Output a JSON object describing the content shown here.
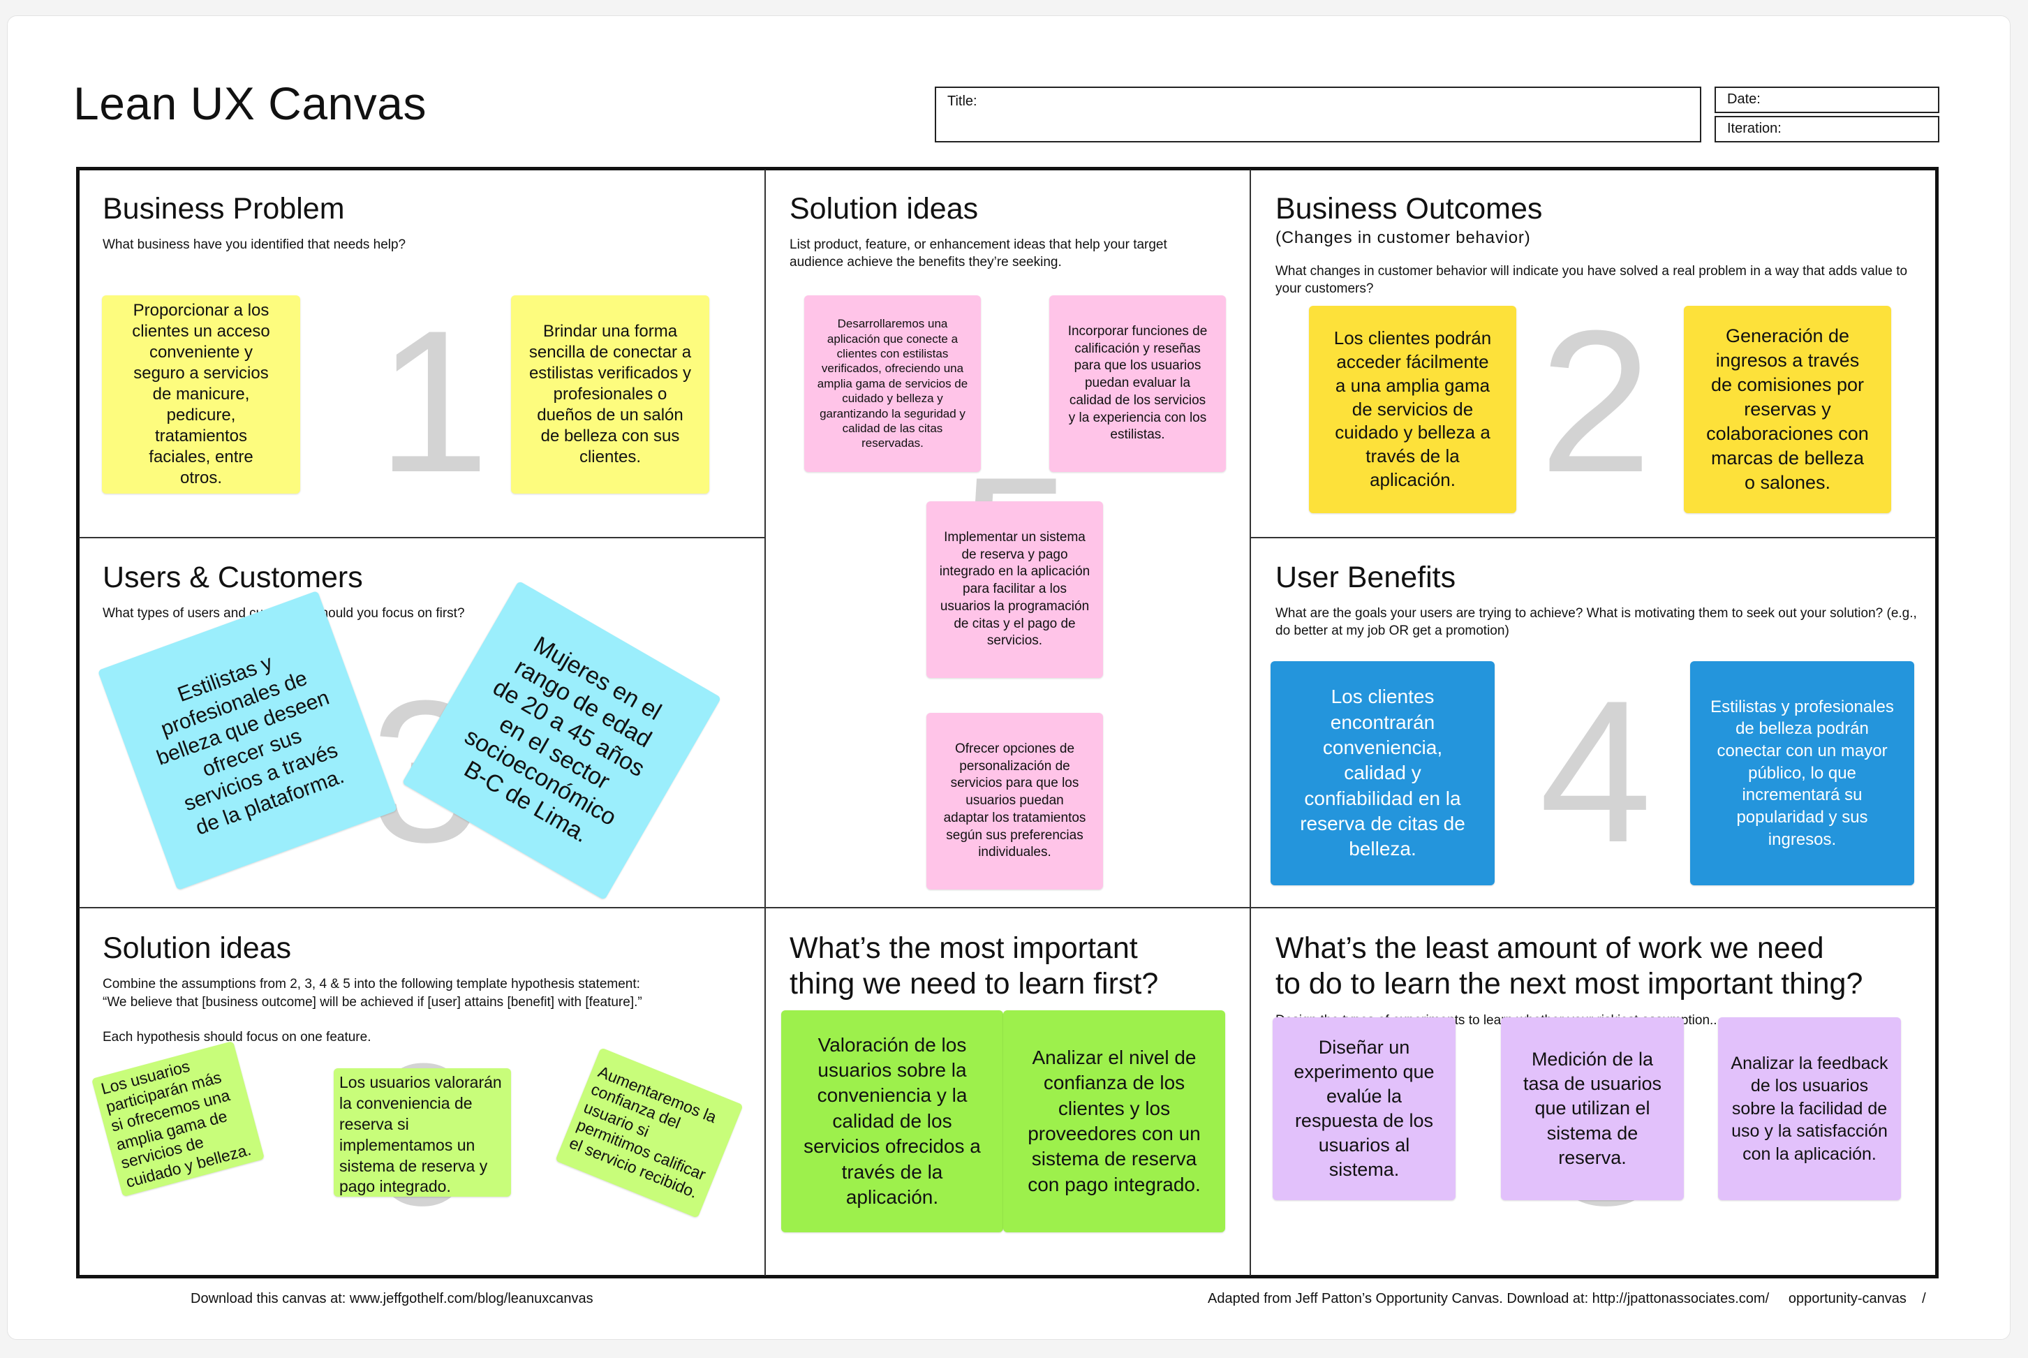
{
  "header": {
    "canvas_title": "Lean UX Canvas",
    "title_label": "Title:",
    "date_label": "Date:",
    "iteration_label": "Iteration:"
  },
  "sections": {
    "business_problem": {
      "title": "Business Problem",
      "desc": "What business have you identified that needs help?",
      "number": "1"
    },
    "solution_ideas_top": {
      "title": "Solution ideas",
      "desc": "List product, feature, or enhancement ideas that help your target audience achieve the benefits they’re seeking.",
      "number": "5"
    },
    "business_outcomes": {
      "title": "Business Outcomes",
      "subtitle": "(Changes in customer behavior)",
      "desc": "What changes in customer behavior will indicate you have solved a real problem in a way that adds value to your customers?",
      "number": "2"
    },
    "users_customers": {
      "title": "Users & Customers",
      "desc": "What types of users and customers should you focus on first?",
      "number": "3"
    },
    "user_benefits": {
      "title": "User Benefits",
      "desc": "What are the goals your users are trying to achieve? What is motivating them to seek out your solution? (e.g., do better at my job OR get a promotion)",
      "number": "4"
    },
    "solution_ideas_bottom": {
      "title": "Solution ideas",
      "desc1": "Combine the assumptions from 2, 3, 4 & 5 into the following template hypothesis statement:",
      "desc2": "“We believe that [business outcome] will be achieved if [user] attains [benefit] with [feature].”",
      "desc3": "Each hypothesis should focus on one feature.",
      "number": "6"
    },
    "learn_first": {
      "title1": "What’s the most important",
      "title2": "thing we need to learn first?"
    },
    "least_work": {
      "title1": "What’s the least amount of work we need",
      "title2": "to do to learn the next most important thing?",
      "desc": "Design the types of experiments to learn whether your riskiest assumption...",
      "number": "8"
    }
  },
  "notes": {
    "bp1": "Proporcionar a los clientes un acceso conveniente y seguro a servicios de manicure, pedicure, tratamientos faciales, entre otros.",
    "bp2": "Brindar una forma sencilla de conectar a estilistas verificados y profesionales o dueños de un salón de belleza con sus clientes.",
    "si1": "Desarrollaremos una aplicación que conecte a clientes con estilistas verificados, ofreciendo una amplia gama de servicios de cuidado y belleza y garantizando la seguridad y calidad de las citas reservadas.",
    "si2": "Incorporar funciones de calificación y reseñas para que los usuarios puedan evaluar la calidad de los servicios y la experiencia con los estilistas.",
    "si3": "Implementar un sistema de reserva y pago integrado en la aplicación para facilitar a los usuarios la programación de citas y el pago de servicios.",
    "si4": "Ofrecer opciones de personalización de servicios para que los usuarios puedan adaptar los tratamientos según sus preferencias individuales.",
    "bo1": "Los clientes podrán acceder fácilmente a una amplia gama de servicios de cuidado y belleza a través de la aplicación.",
    "bo2": "Generación de ingresos a través de comisiones por reservas y colaboraciones con marcas de belleza o salones.",
    "uc1": "Estilistas y profesionales de belleza que deseen ofrecer sus servicios a través de la plataforma.",
    "uc2": "Mujeres en el rango de edad de 20 a 45 años en el sector socioeconómico B-C de Lima.",
    "ub1": "Los clientes encontrarán conveniencia, calidad y confiabilidad en la reserva de citas de belleza.",
    "ub2": "Estilistas y profesionales de belleza podrán conectar con un mayor público, lo que incrementará su popularidad y sus ingresos.",
    "hy1": "Los usuarios participarán más si ofrecemos una amplia gama de servicios de cuidado y belleza.",
    "hy2": "Los usuarios valorarán la conveniencia de reserva si implementamos un sistema de reserva y pago integrado.",
    "hy3": "Aumentaremos la confianza del usuario si permitimos calificar el servicio recibido.",
    "lf1": "Valoración de los usuarios sobre la conveniencia y la calidad de los servicios ofrecidos a través de la aplicación.",
    "lf2": "Analizar el nivel de confianza de los clientes y los proveedores con un sistema de reserva con pago integrado.",
    "lw1": "Diseñar un experimento que evalúe la respuesta de los usuarios al sistema.",
    "lw2": "Medición de la tasa de usuarios que utilizan el sistema de reserva.",
    "lw3": "Analizar la feedback de los usuarios sobre la facilidad de uso y la satisfacción con la aplicación."
  },
  "footer": {
    "left": "Download this canvas at:  www.jeffgothelf.com/blog/leanuxcanvas",
    "right": "Adapted from Jeff Patton’s Opportunity Canvas. Download at: http://jpattonassociates.com/     opportunity-canvas    /"
  }
}
